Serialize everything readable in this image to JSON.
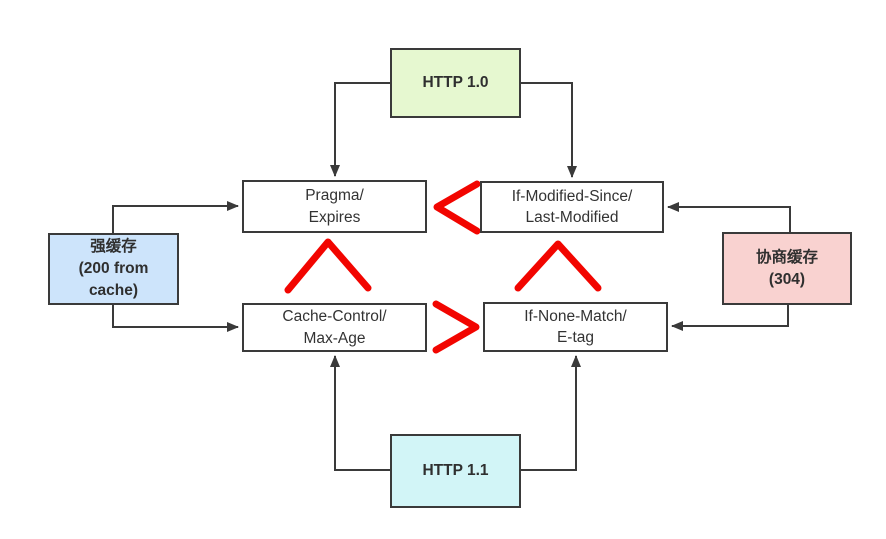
{
  "colors": {
    "http10_fill": "#e6f8d0",
    "http11_fill": "#d2f5f7",
    "strong_cache_fill": "#cde4fb",
    "negotiate_cache_fill": "#f9d2d0",
    "header_fill": "#ffffff",
    "border": "#3a3a3a",
    "connector": "#3a3a3a",
    "priority_mark": "#f20500",
    "text": "#333333"
  },
  "nodes": {
    "http10": {
      "label": "HTTP 1.0"
    },
    "http11": {
      "label": "HTTP 1.1"
    },
    "strong_cache": {
      "line1": "强缓存",
      "line2": "(200 from",
      "line3": "cache)"
    },
    "negotiate_cache": {
      "line1": "协商缓存",
      "line2": "(304)"
    },
    "pragma": {
      "line1": "Pragma/",
      "line2": "Expires"
    },
    "if_modified": {
      "line1": "If-Modified-Since/",
      "line2": "Last-Modified"
    },
    "cache_control": {
      "line1": "Cache-Control/",
      "line2": "Max-Age"
    },
    "if_none_match": {
      "line1": "If-None-Match/",
      "line2": "E-tag"
    }
  },
  "marks": {
    "top_row_comparison": "<",
    "bottom_row_comparison": ">",
    "left_column_priority": "^",
    "right_column_priority": "^"
  }
}
